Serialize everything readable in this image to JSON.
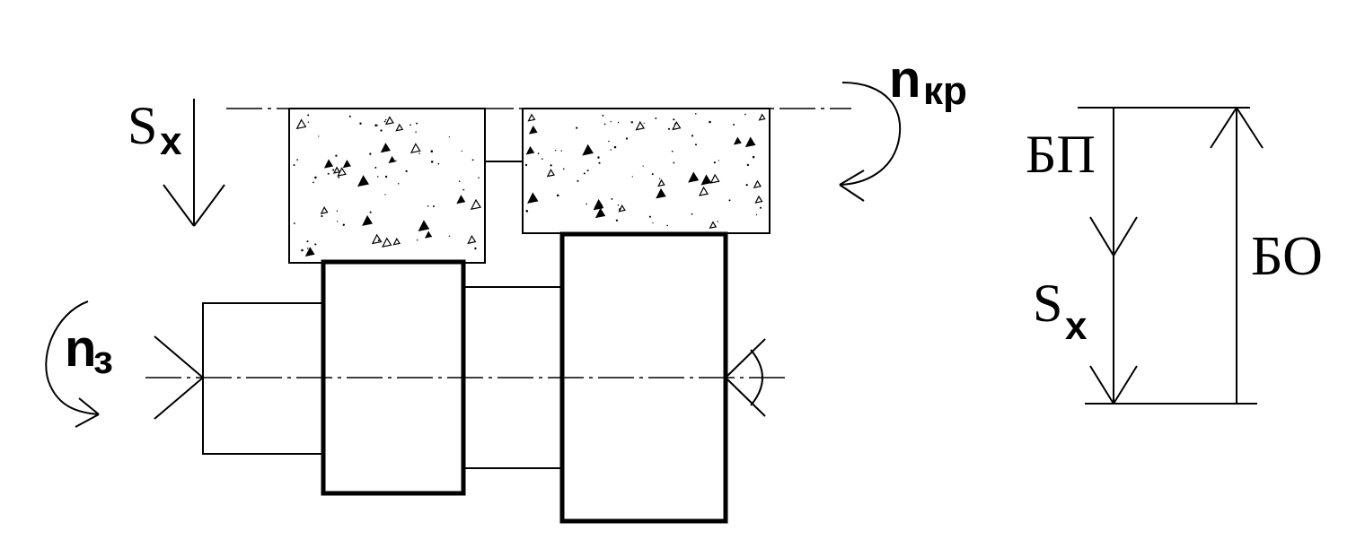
{
  "labels": {
    "feed_left_main": "S",
    "feed_left_sub": "x",
    "wheel_speed_main": "n",
    "wheel_speed_sub": "кр",
    "work_speed_main": "n",
    "work_speed_sub": "з",
    "fast_approach": "БП",
    "feed_right_main": "S",
    "feed_right_sub": "x",
    "cycle_total": "БО"
  },
  "colors": {
    "stroke": "#000000",
    "background": "#ffffff"
  }
}
